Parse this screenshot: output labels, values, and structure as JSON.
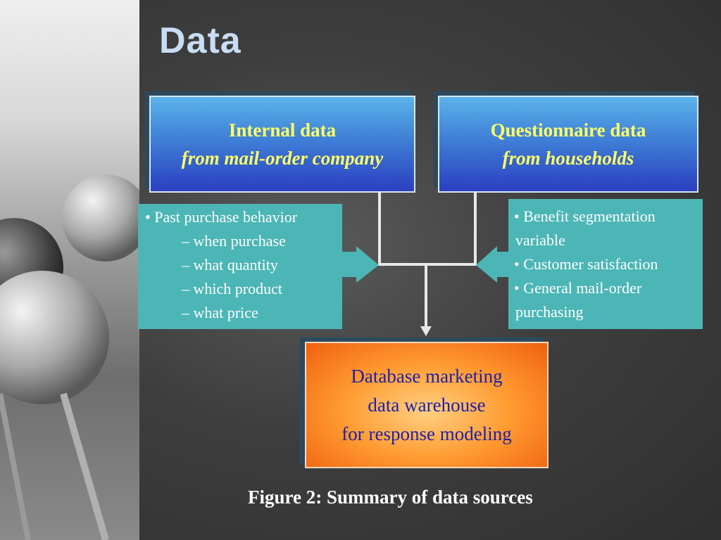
{
  "slide": {
    "title": "Data",
    "caption": "Figure 2: Summary of data sources"
  },
  "sources": {
    "internal": {
      "line1": "Internal data",
      "line2": "from mail-order company"
    },
    "questionnaire": {
      "line1": "Questionnaire data",
      "line2": "from households"
    }
  },
  "internal_details": [
    "• Past purchase behavior",
    "– when purchase",
    "– what quantity",
    "– which product",
    "– what price"
  ],
  "questionnaire_details": [
    "• Benefit segmentation",
    "variable",
    "• Customer satisfaction",
    "• General mail-order",
    " purchasing"
  ],
  "target": {
    "line1": "Database marketing",
    "line2": "data warehouse",
    "line3": "for response modeling"
  },
  "colors": {
    "blue_box_text": "#ffff66",
    "teal_box": "#4cb6b6",
    "target_text": "#2020a8",
    "title": "#c9ddf2"
  }
}
